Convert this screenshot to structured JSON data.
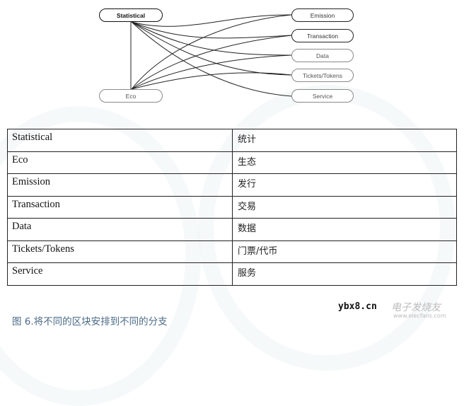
{
  "diagram": {
    "left_nodes": [
      {
        "label": "Statistical",
        "style": "bold"
      },
      {
        "label": "Eco",
        "style": "light"
      }
    ],
    "right_nodes": [
      {
        "label": "Emission",
        "style": "dark"
      },
      {
        "label": "Transaction",
        "style": "dark"
      },
      {
        "label": "Data",
        "style": "light"
      },
      {
        "label": "Tickets/Tokens",
        "style": "light"
      },
      {
        "label": "Service",
        "style": "light"
      }
    ],
    "edges": [
      [
        "Statistical",
        "Eco"
      ],
      [
        "Statistical",
        "Emission"
      ],
      [
        "Statistical",
        "Transaction"
      ],
      [
        "Statistical",
        "Data"
      ],
      [
        "Statistical",
        "Tickets/Tokens"
      ],
      [
        "Statistical",
        "Service"
      ],
      [
        "Eco",
        "Emission"
      ],
      [
        "Eco",
        "Transaction"
      ],
      [
        "Eco",
        "Data"
      ],
      [
        "Eco",
        "Tickets/Tokens"
      ]
    ]
  },
  "table": {
    "rows": [
      {
        "en": "Statistical",
        "cn": "统计"
      },
      {
        "en": "Eco",
        "cn": "生态"
      },
      {
        "en": "Emission",
        "cn": "发行"
      },
      {
        "en": "Transaction",
        "cn": "交易"
      },
      {
        "en": "Data",
        "cn": "数据"
      },
      {
        "en": "Tickets/Tokens",
        "cn": "门票/代币"
      },
      {
        "en": "Service",
        "cn": "服务"
      }
    ]
  },
  "caption": "图 6.将不同的区块安排到不同的分支",
  "watermark": {
    "site": "ybx8.cn",
    "brand": "电子发烧友",
    "brand_url": "www.elecfans.com"
  }
}
